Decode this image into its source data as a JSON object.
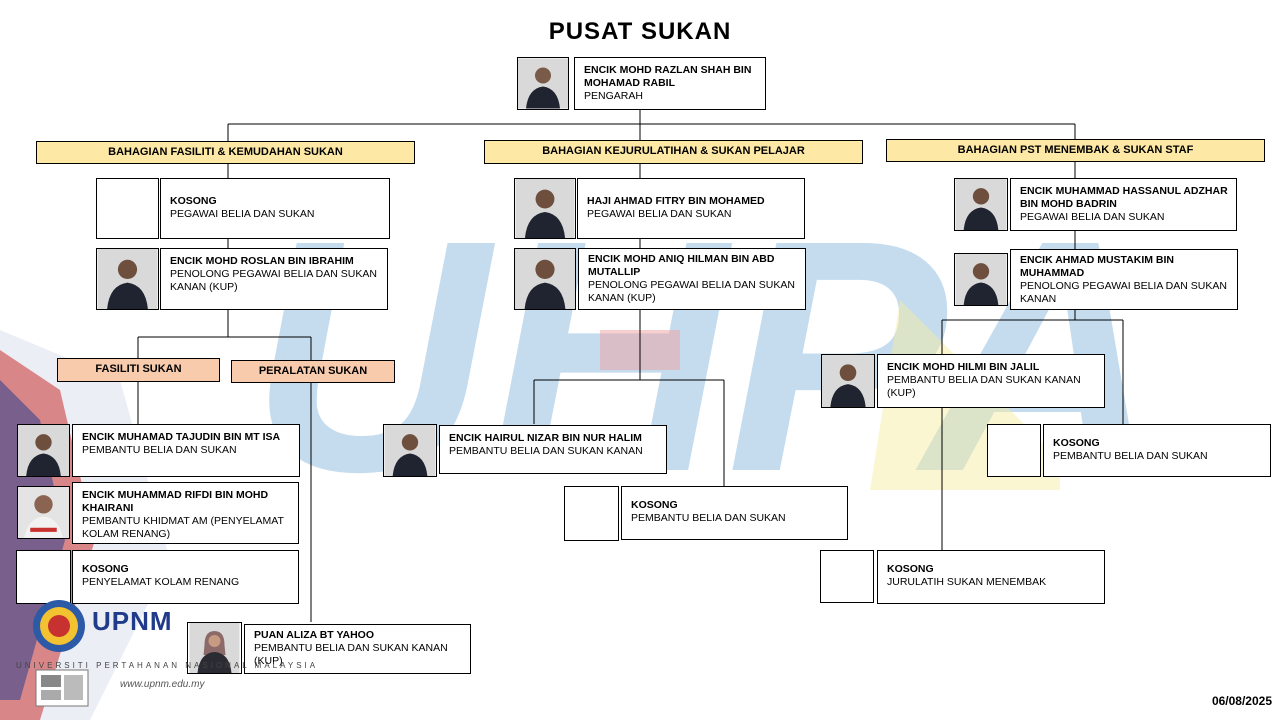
{
  "title": "PUSAT SUKAN",
  "date": "06/08/2025",
  "head": {
    "name": "ENCIK MOHD RAZLAN SHAH BIN MOHAMAD RABIL",
    "role": "PENGARAH"
  },
  "sections": {
    "s1": "BAHAGIAN FASILITI & KEMUDAHAN SUKAN",
    "s2": "BAHAGIAN KEJURULATIHAN & SUKAN PELAJAR",
    "s3": "BAHAGIAN PST MENEMBAK & SUKAN STAF"
  },
  "units": {
    "u1": "FASILITI SUKAN",
    "u2": "PERALATAN SUKAN"
  },
  "staff": {
    "a1": {
      "name": "KOSONG",
      "role": "PEGAWAI BELIA DAN SUKAN"
    },
    "a2": {
      "name": "ENCIK MOHD ROSLAN BIN IBRAHIM",
      "role": "PENOLONG PEGAWAI BELIA DAN SUKAN KANAN  (KUP)"
    },
    "a3": {
      "name": "ENCIK MUHAMAD TAJUDIN BIN MT ISA",
      "role": "PEMBANTU BELIA DAN SUKAN"
    },
    "a4": {
      "name": "ENCIK MUHAMMAD RIFDI BIN MOHD KHAIRANI",
      "role": "PEMBANTU KHIDMAT AM (PENYELAMAT KOLAM RENANG)"
    },
    "a5": {
      "name": "KOSONG",
      "role": "PENYELAMAT KOLAM RENANG"
    },
    "a6": {
      "name": "PUAN ALIZA BT YAHOO",
      "role": "PEMBANTU BELIA DAN SUKAN KANAN (KUP)"
    },
    "b1": {
      "name": "HAJI AHMAD FITRY BIN MOHAMED",
      "role": "PEGAWAI BELIA DAN SUKAN"
    },
    "b2": {
      "name": "ENCIK MOHD ANIQ HILMAN BIN ABD MUTALLIP",
      "role": "PENOLONG PEGAWAI BELIA DAN SUKAN KANAN (KUP)"
    },
    "b3": {
      "name": "ENCIK HAIRUL NIZAR BIN NUR HALIM",
      "role": "PEMBANTU BELIA DAN SUKAN KANAN"
    },
    "b4": {
      "name": "KOSONG",
      "role": "PEMBANTU BELIA DAN SUKAN"
    },
    "c1": {
      "name": "ENCIK MUHAMMAD HASSANUL ADZHAR BIN MOHD BADRIN",
      "role": "PEGAWAI BELIA DAN SUKAN"
    },
    "c2": {
      "name": "ENCIK AHMAD MUSTAKIM BIN MUHAMMAD",
      "role": "PENOLONG PEGAWAI BELIA DAN SUKAN KANAN"
    },
    "c3": {
      "name": "ENCIK MOHD HILMI BIN JALIL",
      "role": "PEMBANTU BELIA DAN SUKAN KANAN (KUP)"
    },
    "c4": {
      "name": "KOSONG",
      "role": "PEMBANTU BELIA DAN SUKAN"
    },
    "c5": {
      "name": "KOSONG",
      "role": "JURULATIH SUKAN MENEMBAK"
    }
  },
  "logo": {
    "brand": "UPNM",
    "university": "UNIVERSITI PERTAHANAN NASIONAL MALAYSIA",
    "website": "www.upnm.edu.my"
  }
}
